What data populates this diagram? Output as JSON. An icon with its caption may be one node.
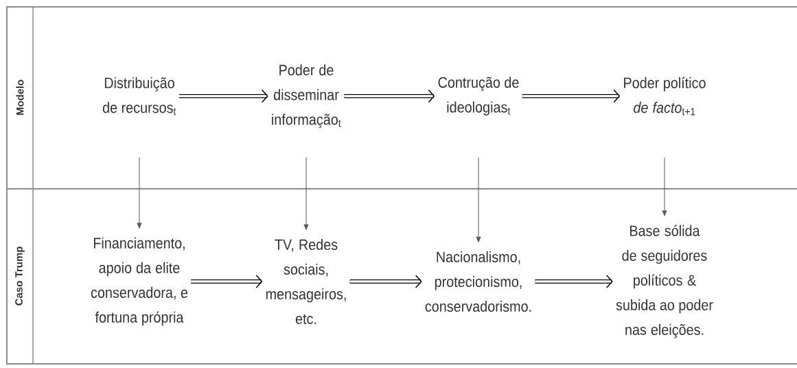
{
  "diagram": {
    "nodes": [
      {
        "text": [
          "Modelo"
        ]
      },
      {
        "text": [
          "Caso Trump"
        ]
      },
      {
        "text": [
          "Distribuição de recursos$_{t}$"
        ],
        "in": 0
      },
      {
        "text": [
          "Poder de disseminar informação$_{t}$"
        ],
        "in": 0
      },
      {
        "text": [
          "Contrução de ideologias$_{t}$"
        ],
        "in": 0
      },
      {
        "text": [
          "Poder político *de facto*$_{t+1}$"
        ],
        "in": 0
      },
      {
        "text": [
          "Financiamento, apoio da elite conservadora, e fortuna própria"
        ],
        "in": 1
      },
      {
        "text": [
          "TV, Redes sociais, mensageiros, etc."
        ],
        "in": 1
      },
      {
        "text": [
          "Nacionalismo, protecionismo, conservadorismo."
        ],
        "in": 1
      },
      {
        "text": [
          "Base sólida de seguidores políticos & subida ao poder nas eleições."
        ],
        "in": 1
      }
    ],
    "edges": [
      {
        "from": 2,
        "to": 3,
        "arrow": "to"
      },
      {
        "from": 3,
        "to": 4,
        "arrow": "to"
      },
      {
        "from": 4,
        "to": 5,
        "arrow": "to"
      },
      {
        "from": 6,
        "to": 7,
        "arrow": "to"
      },
      {
        "from": 7,
        "to": 8,
        "arrow": "to"
      },
      {
        "from": 8,
        "to": 9,
        "arrow": "to"
      },
      {
        "from": 2,
        "to": 6,
        "arrow": "to",
        "color": "#5a5a5a"
      },
      {
        "from": 3,
        "to": 7,
        "arrow": "to",
        "color": "#5a5a5a"
      },
      {
        "from": 4,
        "to": 8,
        "arrow": "to",
        "color": "#5a5a5a"
      },
      {
        "from": 5,
        "to": 9,
        "arrow": "to",
        "color": "#5a5a5a"
      }
    ]
  }
}
